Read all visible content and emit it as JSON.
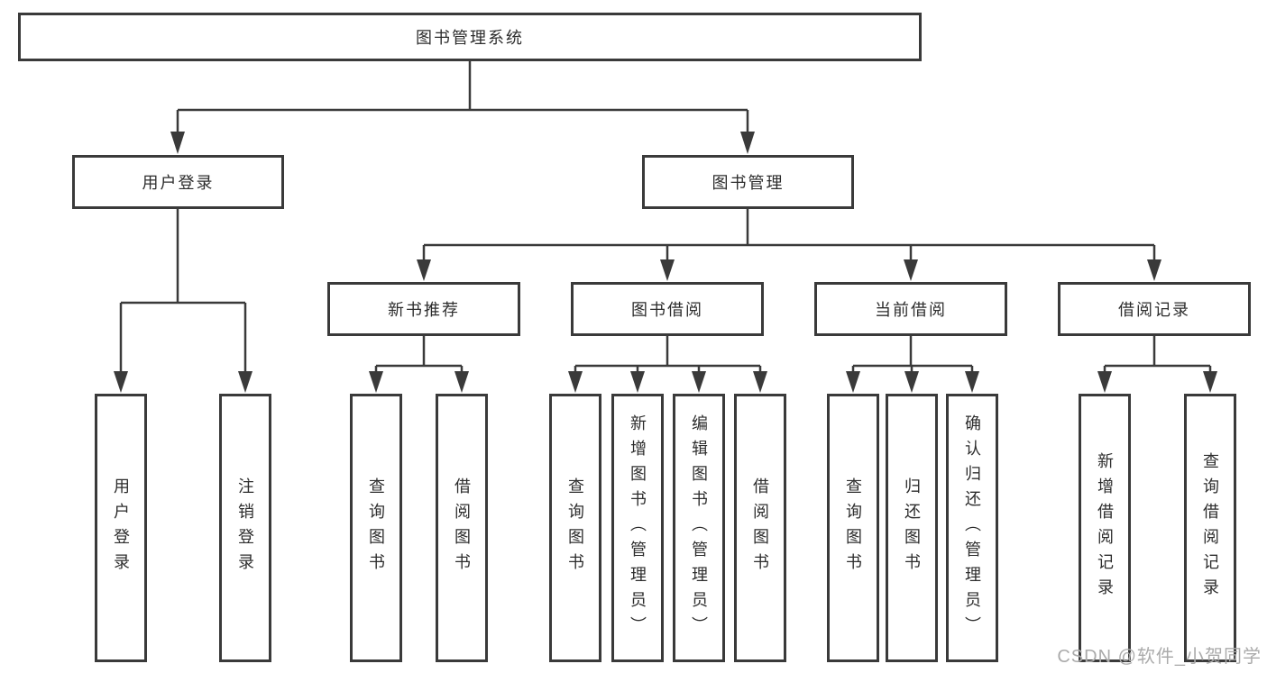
{
  "diagram": {
    "root": "图书管理系统",
    "level2": {
      "user_login": "用户登录",
      "book_manage": "图书管理"
    },
    "level3": {
      "new_book_recommend": "新书推荐",
      "book_borrow": "图书借阅",
      "current_borrow": "当前借阅",
      "borrow_record": "借阅记录"
    },
    "leaves": {
      "user_login": [
        "用户登录",
        "注销登录"
      ],
      "new_book_recommend": [
        "查询图书",
        "借阅图书"
      ],
      "book_borrow": [
        "查询图书",
        "新增图书（管理员）",
        "编辑图书（管理员）",
        "借阅图书"
      ],
      "current_borrow": [
        "查询图书",
        "归还图书",
        "确认归还（管理员）"
      ],
      "borrow_record": [
        "新增借阅记录",
        "查询借阅记录"
      ]
    }
  },
  "watermark": "CSDN @软件_小贺同学",
  "colors": {
    "line": "#3a3a3a",
    "text": "#2d2d2d",
    "box_fill": "#ffffff",
    "watermark": "#ababab"
  }
}
